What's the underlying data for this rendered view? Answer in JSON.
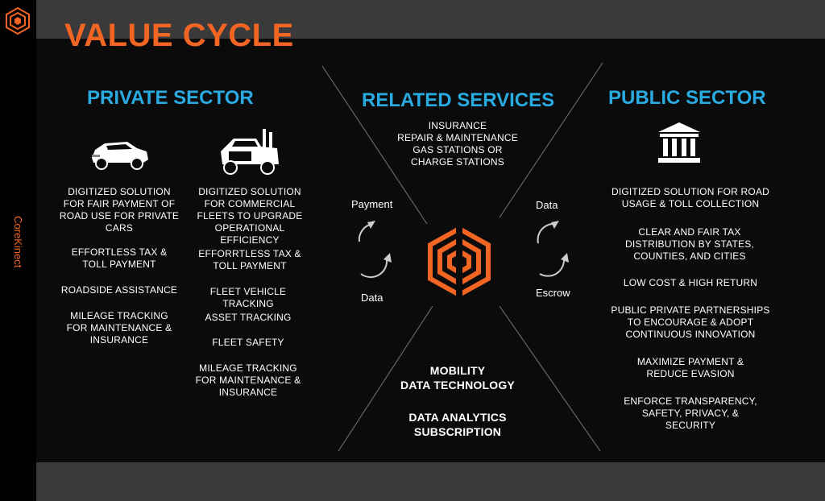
{
  "title": "VALUE CYCLE",
  "brand_vertical": "CoreKinect",
  "colors": {
    "accent": "#f26522",
    "heading": "#29abe2",
    "frame": "#3a3a3a",
    "background": "#0b0b0b"
  },
  "private_sector": {
    "title": "PRIVATE SECTOR",
    "private_cars": [
      "DIGITIZED SOLUTION FOR FAIR PAYMENT OF ROAD USE FOR PRIVATE CARS",
      "EFFORTLESS TAX & TOLL PAYMENT",
      "ROADSIDE ASSISTANCE",
      "MILEAGE TRACKING FOR MAINTENANCE & INSURANCE"
    ],
    "fleets": [
      "DIGITIZED SOLUTION FOR COMMERCIAL FLEETS TO UPGRADE OPERATIONAL EFFICIENCY",
      "EFFORRTLESS TAX & TOLL PAYMENT",
      "FLEET VEHICLE TRACKING",
      "ASSET TRACKING",
      "FLEET SAFETY",
      "MILEAGE TRACKING FOR MAINTENANCE & INSURANCE"
    ]
  },
  "related_services": {
    "title": "RELATED SERVICES",
    "items": [
      "INSURANCE",
      "REPAIR & MAINTENANCE",
      "GAS STATIONS OR",
      "CHARGE STATIONS"
    ]
  },
  "public_sector": {
    "title": "PUBLIC SECTOR",
    "items": [
      "DIGITIZED SOLUTION FOR ROAD USAGE & TOLL COLLECTION",
      "CLEAR AND FAIR TAX DISTRIBUTION BY STATES, COUNTIES, AND CITIES",
      "LOW COST & HIGH RETURN",
      "PUBLIC PRIVATE PARTNERSHIPS TO ENCOURAGE & ADOPT CONTINUOUS INNOVATION",
      "MAXIMIZE PAYMENT & REDUCE EVASION",
      "ENFORCE TRANSPARENCY, SAFETY, PRIVACY, & SECURITY"
    ]
  },
  "flows": {
    "left_top": "Payment",
    "left_bottom": "Data",
    "right_top": "Data",
    "right_bottom": "Escrow"
  },
  "bottom": {
    "line1": "MOBILITY",
    "line2": "DATA TECHNOLOGY",
    "line3": "DATA ANALYTICS",
    "line4": "SUBSCRIPTION"
  }
}
